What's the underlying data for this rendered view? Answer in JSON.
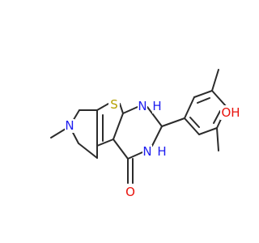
{
  "molecule": {
    "atoms": [
      {
        "id": "a_s",
        "text": "S",
        "color": "#b5a000"
      },
      {
        "id": "a_n1",
        "text": "N",
        "color": "#1d1df0"
      },
      {
        "id": "a_h1",
        "text": "H",
        "color": "#1d1df0"
      },
      {
        "id": "a_n2",
        "text": "N",
        "color": "#1d1df0"
      },
      {
        "id": "a_h2",
        "text": "H",
        "color": "#1d1df0"
      },
      {
        "id": "a_n3",
        "text": "N",
        "color": "#1d1df0"
      },
      {
        "id": "a_o1",
        "text": "O",
        "color": "#e8120c"
      },
      {
        "id": "a_oh",
        "text": "OH",
        "color": "#e8120c"
      }
    ]
  }
}
